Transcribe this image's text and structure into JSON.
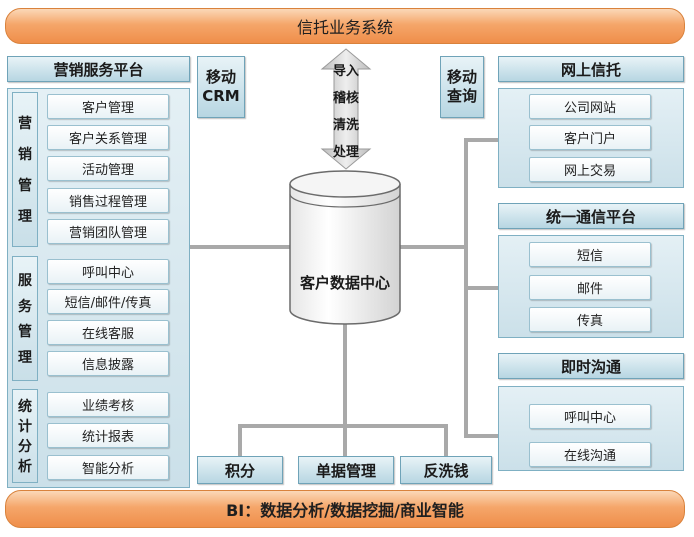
{
  "top_bar": "信托业务系统",
  "bottom_bar": "BI：数据分析/数据挖掘/商业智能",
  "marketing": {
    "title": "营销服务平台",
    "groups": [
      {
        "label": [
          "营",
          "销",
          "管",
          "理"
        ],
        "items": [
          "客户管理",
          "客户关系管理",
          "活动管理",
          "销售过程管理",
          "营销团队管理"
        ]
      },
      {
        "label": [
          "服",
          "务",
          "管",
          "理"
        ],
        "items": [
          "呼叫中心",
          "短信/邮件/传真",
          "在线客服",
          "信息披露"
        ]
      },
      {
        "label": [
          "统",
          "计",
          "分",
          "析"
        ],
        "items": [
          "业绩考核",
          "统计报表",
          "智能分析"
        ]
      }
    ]
  },
  "mobile_crm": [
    "移动",
    "CRM"
  ],
  "mobile_query": [
    "移动",
    "查询"
  ],
  "arrow_text": [
    "导入",
    "稽核",
    "清洗",
    "处理"
  ],
  "center": "客户数据中心",
  "bottom_items": [
    "积分",
    "单据管理",
    "反洗钱"
  ],
  "right": [
    {
      "title": "网上信托",
      "items": [
        "公司网站",
        "客户门户",
        "网上交易"
      ]
    },
    {
      "title": "统一通信平台",
      "items": [
        "短信",
        "邮件",
        "传真"
      ]
    },
    {
      "title": "即时沟通",
      "items": [
        "呼叫中心",
        "在线沟通"
      ]
    }
  ],
  "colors": {
    "orange": "#f5a66a",
    "blue_header": "#b7d6e2",
    "connector": "#a9a9a9"
  }
}
